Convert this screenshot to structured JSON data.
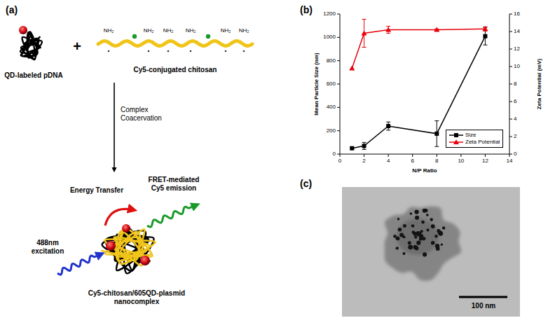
{
  "diagram": {
    "labels": [
      "(a)",
      "QD-labeled pDNA",
      "+",
      "NH₂",
      "NH₂",
      "NH₂",
      "NH₂",
      "NH₂",
      "NH₂",
      "Cy5-conjugated chitosan",
      "Complex Coacervation",
      "Energy Transfer",
      "FRET-mediated Cy5 emission",
      "488nm excitation",
      "Cy5-chitosan/605QD-plasmid nanocomplex",
      "(b)",
      "0",
      "200",
      "400",
      "600",
      "800",
      "1000",
      "1200",
      "Mean Particle Size (nm)",
      "0",
      "2",
      "4",
      "6",
      "8",
      "10",
      "12",
      "14",
      "16",
      "Zeta Potential (mV)",
      "0",
      "2",
      "4",
      "6",
      "8",
      "10",
      "12",
      "14",
      "N/P Ratio",
      "(c)",
      "100 nm"
    ],
    "legend": [
      {
        "text": "Size"
      },
      {
        "text": "Zeta Potential"
      }
    ]
  }
}
